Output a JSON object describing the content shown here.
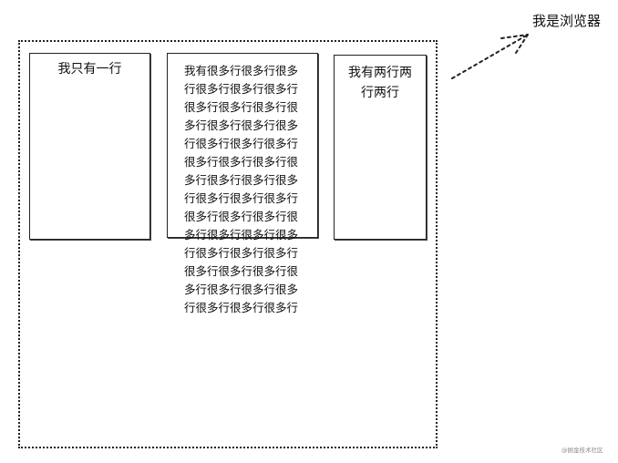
{
  "browser": {
    "label": "我是浏览器"
  },
  "boxes": [
    {
      "text": "我只有一行"
    },
    {
      "text": "我有很多行很多行很多行很多行很多行很多行很多行很多行很多行很多行很多行很多行很多行很多行很多行很多行很多行很多行很多行很多行很多行很多行很多行很多行很多行很多行很多行很多行很多行很多行很多行很多行很多行很多行很多行很多行很多行很多行很多行很多行很多行很多行很多行很多行很多行很多行"
    },
    {
      "text": "我有两行两行两行"
    }
  ],
  "watermark": "@掘金技术社区"
}
